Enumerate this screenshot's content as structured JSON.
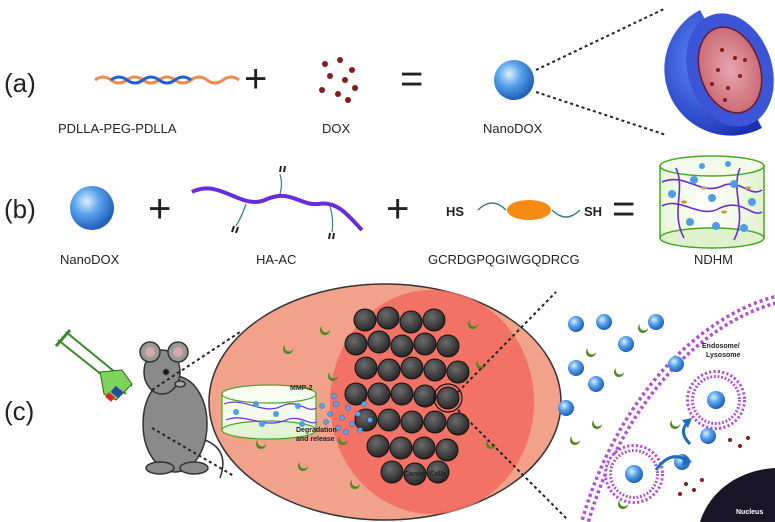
{
  "panels": {
    "a": {
      "label": "(a)",
      "polymer": "PDLLA-PEG-PDLLA",
      "drug": "DOX",
      "product": "NanoDOX",
      "plus": "+",
      "equals": "="
    },
    "b": {
      "label": "(b)",
      "nanoparticle": "NanoDOX",
      "hyaluronic": "HA-AC",
      "peptide": "GCRDGPQGIWGQDRCG",
      "thiol_left": "HS",
      "thiol_right": "SH",
      "product": "NDHM",
      "plus": "+",
      "equals": "="
    },
    "c": {
      "label": "(c)",
      "enzyme": "MMP-2",
      "release": "Degradation\nand release",
      "cells": "Cancer Cells",
      "vesicle": "Endosome/\nLysosome",
      "nucleus": "Nucleus"
    }
  },
  "colors": {
    "nano_blue": "#3a86d8",
    "dox_red": "#8b1a1a",
    "polymer_blue": "#1f5fd6",
    "polymer_orange": "#f08a4b",
    "ha_purple": "#6a2bd9",
    "peptide_orange": "#f58a12",
    "tissue": "#f2a28a",
    "tumor": "#f26a5e",
    "cell_dark": "#3b3b3b",
    "membrane": "#b04fd0",
    "enzyme_green": "#4a8a1f"
  }
}
